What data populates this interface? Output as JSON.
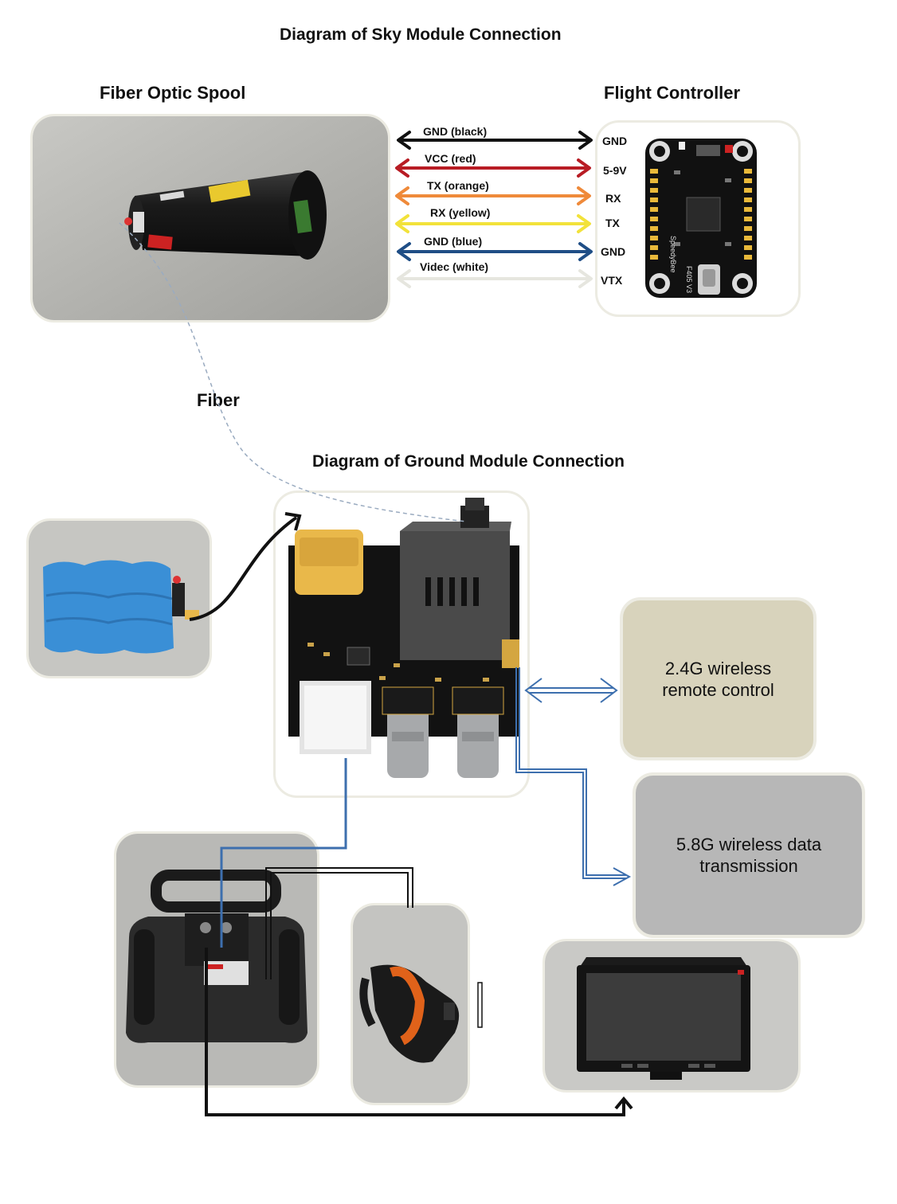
{
  "titles": {
    "sky": "Diagram of Sky Module Connection",
    "ground": "Diagram of Ground Module Connection"
  },
  "headings": {
    "spool": "Fiber Optic Spool",
    "controller": "Flight Controller",
    "fiber": "Fiber"
  },
  "wires": [
    {
      "label": "GND  (black)",
      "pin": "GND",
      "color": "#111111"
    },
    {
      "label": "VCC   (red)",
      "pin": "5-9V",
      "color": "#b81c24"
    },
    {
      "label": "TX   (orange)",
      "pin": "RX",
      "color": "#ef8a3a"
    },
    {
      "label": "RX  (yellow)",
      "pin": "TX",
      "color": "#f2e23a"
    },
    {
      "label": "GND  (blue)",
      "pin": "GND",
      "color": "#1f4e86"
    },
    {
      "label": "Videc  (white)",
      "pin": "VTX",
      "color": "#e6e6df"
    }
  ],
  "controller_board": {
    "silk_text": [
      "SpeedyBee",
      "F405 V3"
    ]
  },
  "boxes": {
    "remote": {
      "text": "2.4G wireless\nremote control",
      "color": "#d8d3bc"
    },
    "data": {
      "text": "5.8G wireless data\ntransmission",
      "color": "#b7b7b7"
    }
  },
  "colors": {
    "blue_line": "#3d6fae",
    "black_line": "#111111",
    "fiber_line": "#9aabc0"
  }
}
